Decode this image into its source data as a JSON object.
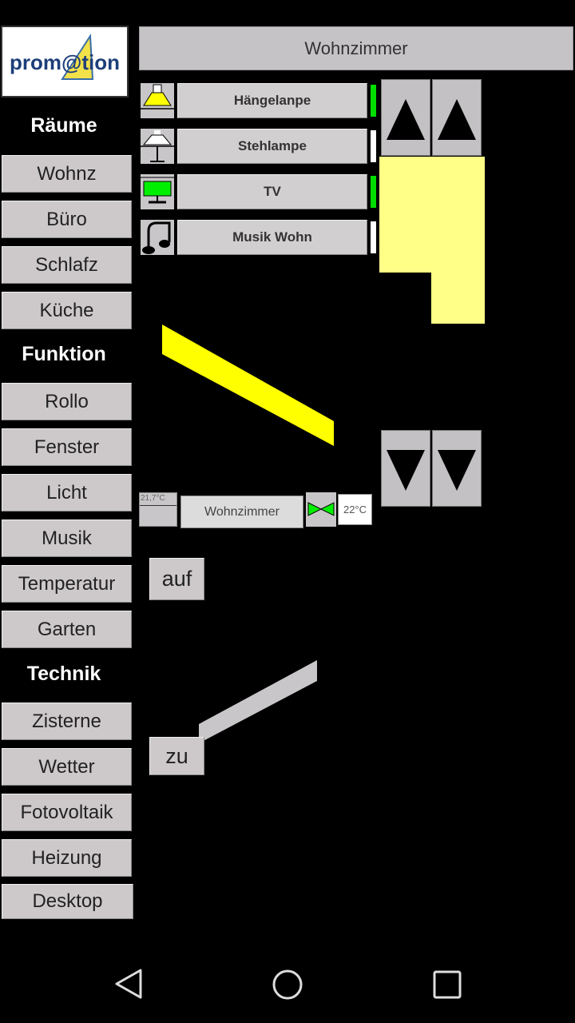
{
  "logo": {
    "text": "prom@tion"
  },
  "sidebar": {
    "sections": [
      {
        "title": "Räume",
        "items": [
          "Wohnz",
          "Büro",
          "Schlafz",
          "Küche"
        ]
      },
      {
        "title": "Funktion",
        "items": [
          "Rollo",
          "Fenster",
          "Licht",
          "Musik",
          "Temperatur",
          "Garten"
        ]
      },
      {
        "title": "Technik",
        "items": [
          "Zisterne",
          "Wetter",
          "Fotovoltaik",
          "Heizung",
          "Desktop"
        ]
      }
    ]
  },
  "room": {
    "title": "Wohnzimmer"
  },
  "devices": [
    {
      "label": "Hängelanpe",
      "icon": "hanging-lamp-icon",
      "state": "on",
      "indicator_color": "#00dd00"
    },
    {
      "label": "Stehlampe",
      "icon": "floor-lamp-icon",
      "state": "off",
      "indicator_color": "#ffffff"
    },
    {
      "label": "TV",
      "icon": "tv-icon",
      "state": "on",
      "indicator_color": "#00dd00"
    },
    {
      "label": "Musik Wohn",
      "icon": "music-note-icon",
      "state": "off",
      "indicator_color": "#ffffff"
    }
  ],
  "blinds": {
    "up_icon": "triangle-up-icon",
    "down_icon": "triangle-down-icon",
    "color": "#ffff88"
  },
  "heating": {
    "current_temp": "21,7°C",
    "room": "Wohnzimmer",
    "target_temp": "22°C",
    "valve_icon": "valve-icon"
  },
  "window": {
    "open_label": "auf",
    "close_label": "zu"
  },
  "navbar": {
    "back": "back-icon",
    "home": "home-icon",
    "recents": "recents-icon"
  }
}
